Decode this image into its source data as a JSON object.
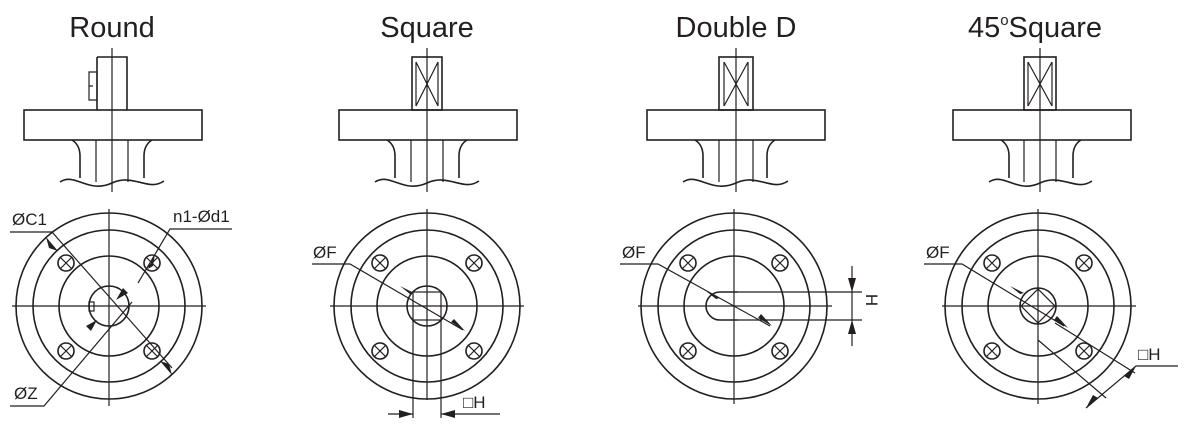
{
  "panels": [
    {
      "title": "Round",
      "labels": {
        "c1": "ØC1",
        "holes": "n1-Ød1",
        "z": "ØZ"
      }
    },
    {
      "title": "Square",
      "labels": {
        "f": "ØF",
        "h": "□H"
      }
    },
    {
      "title": "Double D",
      "labels": {
        "f": "ØF",
        "h": "H"
      }
    },
    {
      "title": "45°Square",
      "title_parts": [
        "45",
        "o",
        "Square"
      ],
      "labels": {
        "f": "ØF",
        "h": "□H"
      }
    }
  ],
  "colors": {
    "line": "#231f20",
    "background": "#ffffff"
  }
}
